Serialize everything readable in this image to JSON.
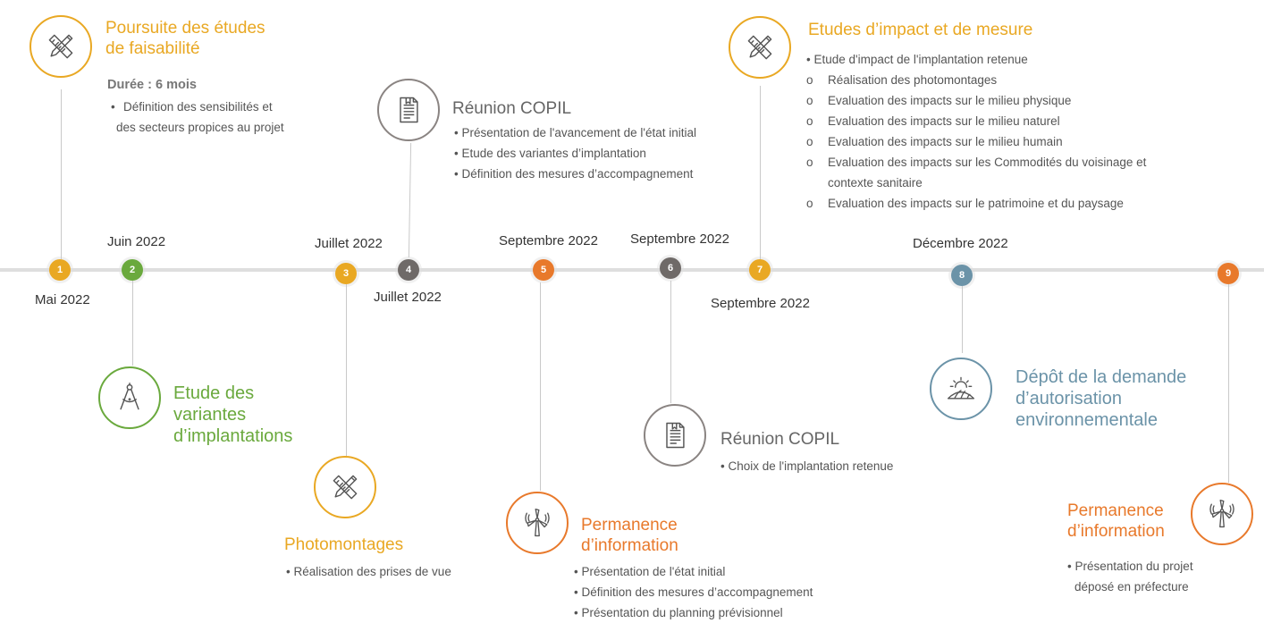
{
  "colors": {
    "yellow": "#e9a823",
    "green": "#6aa93d",
    "grey": "#6f6a68",
    "orange": "#e8792b",
    "blue": "#6b93a8",
    "axis": "#dedede"
  },
  "markers": [
    {
      "num": "1",
      "date": "Mai 2022",
      "color": "yellow"
    },
    {
      "num": "2",
      "date": "Juin 2022",
      "color": "green"
    },
    {
      "num": "3",
      "date": "Juillet 2022",
      "color": "yellow"
    },
    {
      "num": "4",
      "date": "Juillet 2022",
      "color": "grey"
    },
    {
      "num": "5",
      "date": "Septembre 2022",
      "color": "orange"
    },
    {
      "num": "6",
      "date": "Septembre 2022",
      "color": "grey"
    },
    {
      "num": "7",
      "date": "Septembre 2022",
      "color": "yellow"
    },
    {
      "num": "8",
      "date": "Décembre 2022",
      "color": "blue"
    },
    {
      "num": "9",
      "date": "",
      "color": "orange"
    }
  ],
  "events": {
    "e1": {
      "title": "Poursuite des études de faisabilité",
      "title_line1": "Poursuite des études",
      "title_line2": "de faisabilité",
      "duration": "Durée : 6 mois",
      "bullet": "•",
      "item_line1": "Définition des sensibilités et",
      "item_line2": "des secteurs propices au projet",
      "icon": "ruler-pencil-icon"
    },
    "e2": {
      "title_line1": "Etude des",
      "title_line2": "variantes",
      "title_line3": "d’implantations",
      "icon": "compass-icon"
    },
    "e3": {
      "title": "Photomontages",
      "items": [
        "• Réalisation des prises de vue"
      ],
      "icon": "ruler-pencil-icon"
    },
    "e4": {
      "title": "Réunion COPIL",
      "items": [
        "• Présentation de l'avancement de l'état initial",
        "• Etude des variantes d’implantation",
        "• Définition des mesures d’accompagnement"
      ],
      "icon": "document-icon"
    },
    "e5": {
      "title_line1": "Permanence",
      "title_line2": "d’information",
      "items": [
        "• Présentation de l'état initial",
        "• Définition des mesures d’accompagnement",
        "• Présentation du planning prévisionnel"
      ],
      "icon": "wind-turbine-icon"
    },
    "e6": {
      "title": "Réunion COPIL",
      "items": [
        "• Choix de l'implantation retenue"
      ],
      "icon": "document-icon"
    },
    "e7": {
      "title": "Etudes d’impact et de mesure",
      "lead": "• Etude d'impact de l'implantation retenue",
      "bullet": "o",
      "sub_items": [
        "Réalisation des photomontages",
        "Evaluation des impacts sur le milieu physique",
        "Evaluation des impacts sur le milieu naturel",
        "Evaluation des impacts sur le milieu humain",
        "Evaluation des impacts sur les Commodités du voisinage et",
        "Evaluation des impacts sur le patrimoine et du paysage"
      ],
      "sub_continuation": "contexte sanitaire",
      "icon": "ruler-pencil-icon"
    },
    "e8": {
      "title_line1": "Dépôt de la demande",
      "title_line2": "d’autorisation",
      "title_line3": "environnementale",
      "icon": "sun-field-icon"
    },
    "e9": {
      "title_line1": "Permanence",
      "title_line2": "d’information",
      "item_line1": "• Présentation du projet",
      "item_line2": "déposé en préfecture",
      "icon": "wind-turbine-icon"
    }
  }
}
